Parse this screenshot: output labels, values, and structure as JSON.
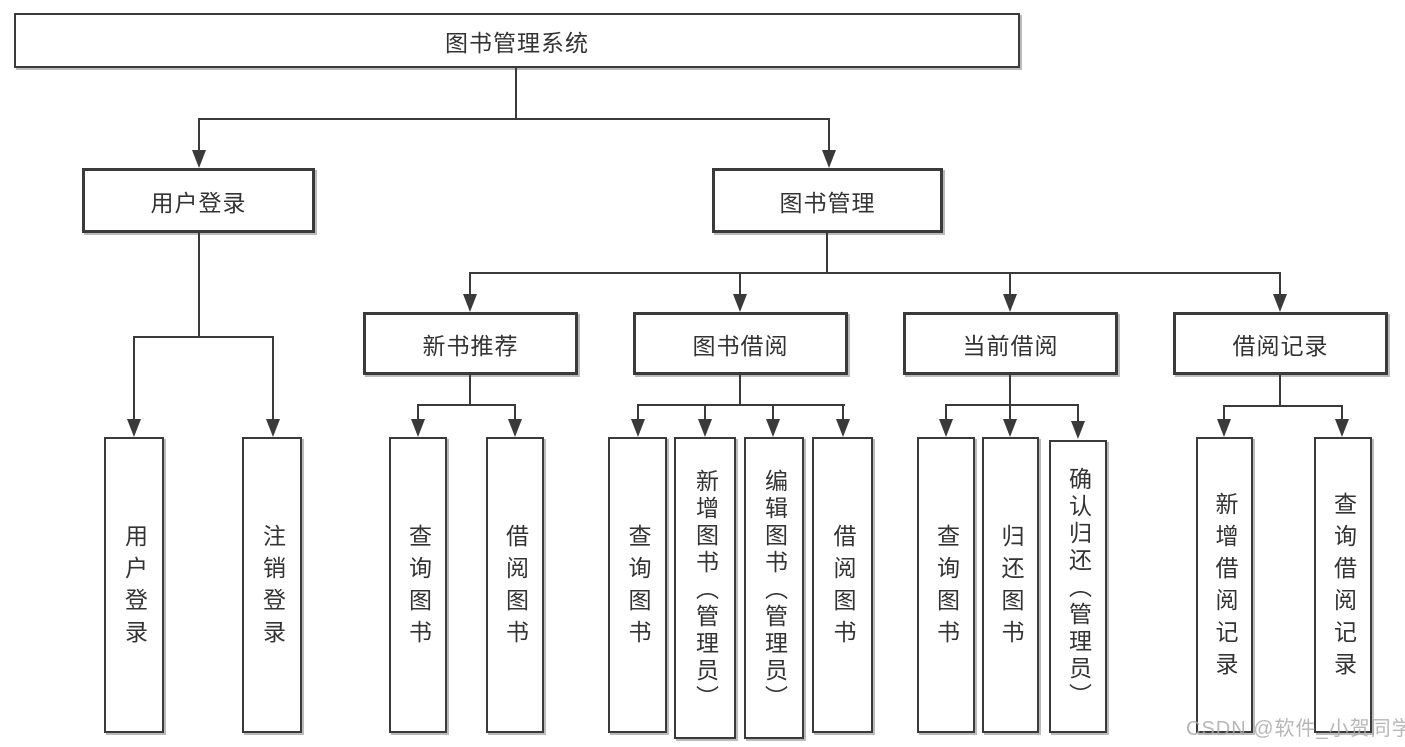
{
  "tree": {
    "root": {
      "label": "图书管理系统"
    },
    "level1": [
      {
        "key": "user-login",
        "label": "用户登录",
        "children": [
          {
            "label": "用户登录"
          },
          {
            "label": "注销登录"
          }
        ]
      },
      {
        "key": "book-management",
        "label": "图书管理",
        "children": [
          {
            "key": "new-book-recommend",
            "label": "新书推荐",
            "children": [
              {
                "label": "查询图书"
              },
              {
                "label": "借阅图书"
              }
            ]
          },
          {
            "key": "book-borrow",
            "label": "图书借阅",
            "children": [
              {
                "label": "查询图书"
              },
              {
                "label": "新增图书（管理员）"
              },
              {
                "label": "编辑图书（管理员）"
              },
              {
                "label": "借阅图书"
              }
            ]
          },
          {
            "key": "current-borrow",
            "label": "当前借阅",
            "children": [
              {
                "label": "查询图书"
              },
              {
                "label": "归还图书"
              },
              {
                "label": "确认归还（管理员）"
              }
            ]
          },
          {
            "key": "borrow-records",
            "label": "借阅记录",
            "children": [
              {
                "label": "新增借阅记录"
              },
              {
                "label": "查询借阅记录"
              }
            ]
          }
        ]
      }
    ]
  },
  "watermark": "CSDN @软件_小贺同学",
  "colors": {
    "line": "#3a3a3a",
    "text": "#333333",
    "background": "#ffffff",
    "watermark": "#ababab"
  }
}
